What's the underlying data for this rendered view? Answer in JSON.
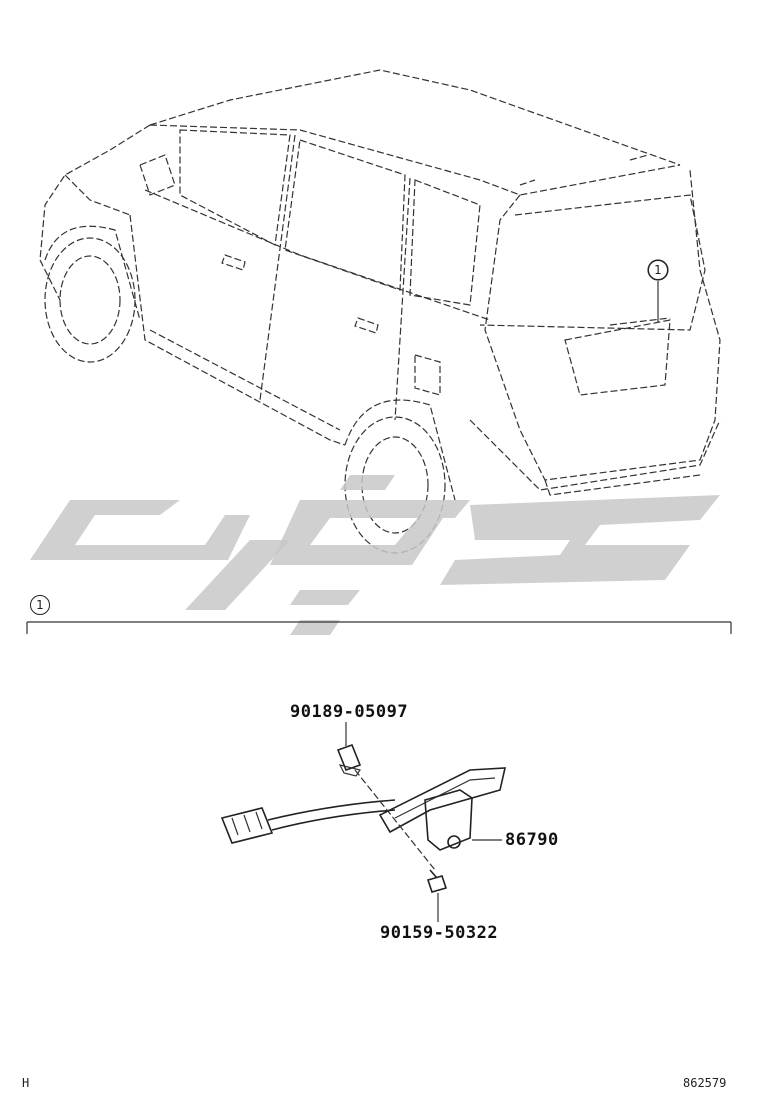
{
  "callout": {
    "number": "1"
  },
  "parts": {
    "nut": {
      "part_number": "90189-05097"
    },
    "camera": {
      "part_number": "86790"
    },
    "screw": {
      "part_number": "90159-50322"
    }
  },
  "footer": {
    "left_code": "H",
    "right_code": "862579"
  },
  "watermark": {
    "color": "#c8c8c8"
  }
}
